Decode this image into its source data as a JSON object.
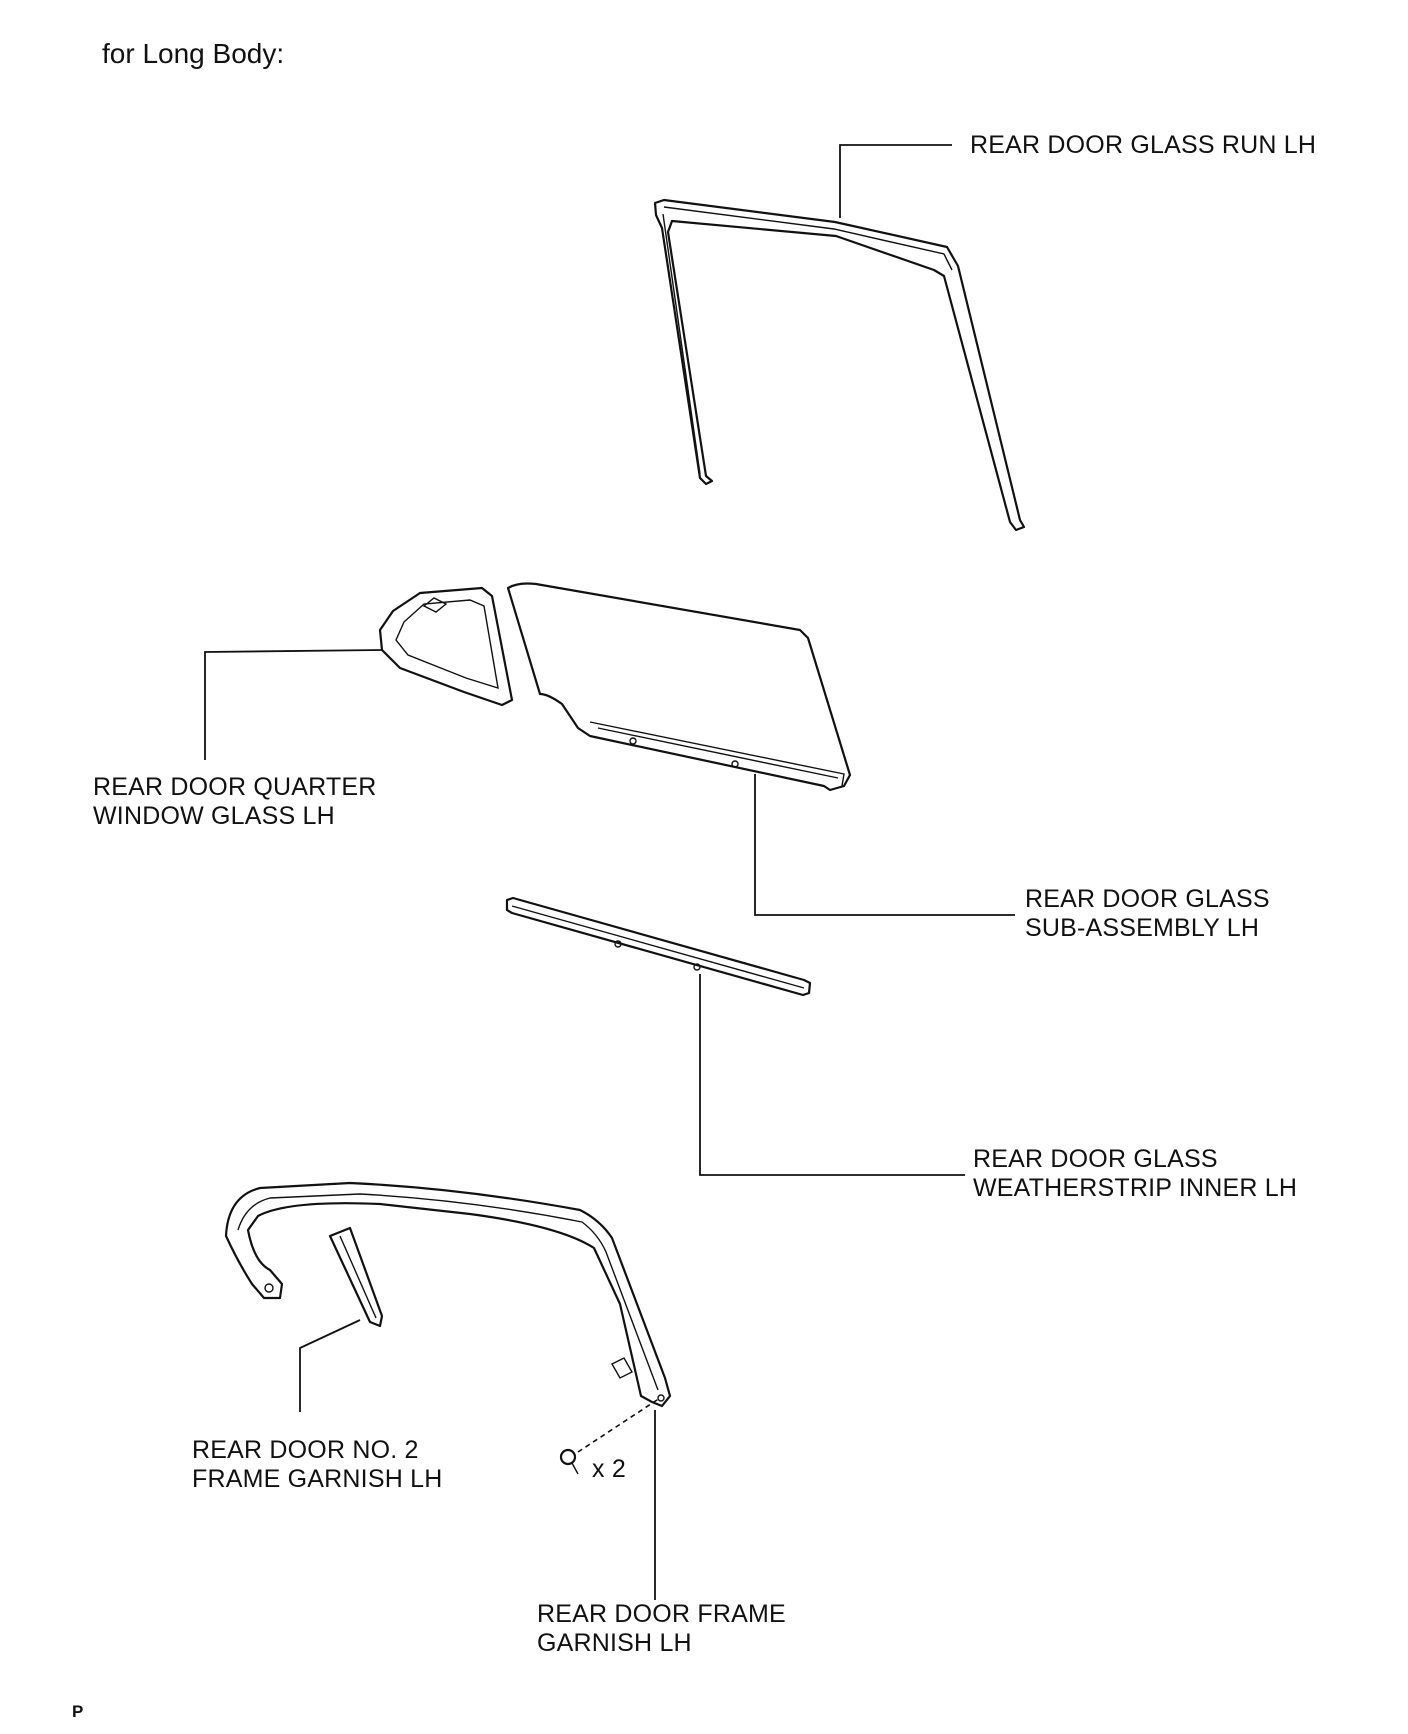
{
  "title": "for Long Body:",
  "footer_code": "P",
  "parts": {
    "glass_run": {
      "line1": "REAR DOOR GLASS RUN LH"
    },
    "quarter_glass": {
      "line1": "REAR DOOR QUARTER",
      "line2": "WINDOW GLASS LH"
    },
    "glass_sub_assembly": {
      "line1": "REAR DOOR GLASS",
      "line2": "SUB-ASSEMBLY LH"
    },
    "weatherstrip_inner": {
      "line1": "REAR DOOR GLASS",
      "line2": "WEATHERSTRIP INNER LH"
    },
    "no2_frame_garnish": {
      "line1": "REAR DOOR NO. 2",
      "line2": "FRAME GARNISH LH"
    },
    "frame_garnish": {
      "line1": "REAR DOOR FRAME",
      "line2": "GARNISH LH"
    }
  },
  "fastener": {
    "quantity_label": "x 2"
  }
}
